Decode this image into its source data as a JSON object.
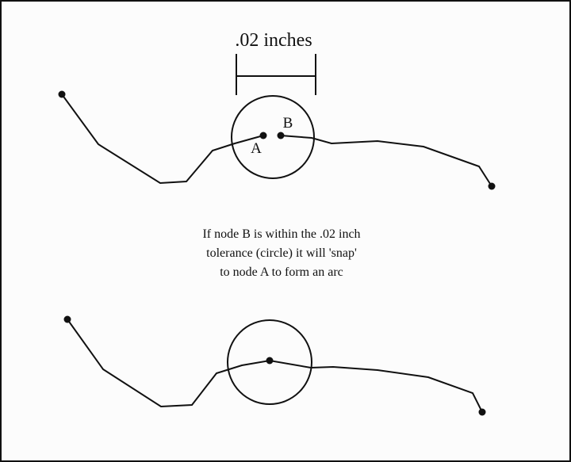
{
  "diagram": {
    "dimension_label": ".02 inches",
    "node_a_label": "A",
    "node_b_label": "B",
    "caption_lines": [
      "If node B is within the .02 inch",
      "tolerance (circle) it will 'snap'",
      "to node A to form an  arc"
    ]
  }
}
